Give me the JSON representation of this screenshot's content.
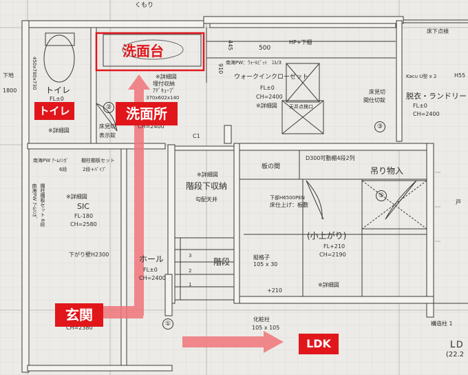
{
  "callouts": {
    "toilet": "トイレ",
    "washroom": "洗面所",
    "sink": "洗面台",
    "entrance": "玄関",
    "ldk": "LDK"
  },
  "plan": {
    "top_label": "くもり",
    "toilet": {
      "name": "トイレ",
      "fl": "FL±0",
      "detail": "※詳細図",
      "dim": "450x780x730"
    },
    "toilet_left": {
      "ge": "下地",
      "dim": "1800"
    },
    "washroom_notes": {
      "detail": "※詳細図",
      "storage": "埋付収納",
      "cube": "ｱﾃﾞｷｭｰﾌﾞ",
      "size": "370x602x140",
      "ch": "CH=2400",
      "circle": "②"
    },
    "floor_cut_left": {
      "line1": "床見切",
      "line2": "表示錠"
    },
    "sic_shelf": {
      "left": "南海PW ｱｰﾑﾊﾝｶﾞ",
      "mid": "棚柱棚板セット",
      "row2_left": "6段",
      "row2_right": "2段+ﾊﾟｲﾌﾟ"
    },
    "sic_side": {
      "a": "南海PW ｱｰﾑﾊﾝｶﾞ",
      "b": "棚柱棚板セット 6段"
    },
    "sic": {
      "detail": "※詳細図",
      "name": "SIC",
      "fl": "FL-180",
      "ch": "CH=2580",
      "wall": "下がり壁H2300"
    },
    "walkin": {
      "dim_910": "910",
      "dim_445": "445",
      "dim_500": "500",
      "hp": "HP+下棚",
      "maker": "南海PW：ｳｫｰﾙﾋﾟｯﾄ　ｴﾙ/3",
      "name": "ウォークインクローゼット",
      "fl": "FL±0",
      "ch": "CH=2400",
      "detail": "※詳細図",
      "ceiling": "天井点検口"
    },
    "right_area": {
      "underfloor": "床下点検",
      "kacu": "Kacu U型 x 2",
      "h55": "H55",
      "cut1": "床見切",
      "cut2": "間仕切錠",
      "circle": "③",
      "name": "脱衣・ランドリー",
      "fl": "FL±0",
      "ch": "CH=2400"
    },
    "c1": "C1",
    "stair_storage": {
      "detail": "※詳細図",
      "name": "階段下収納",
      "slope": "勾配天井"
    },
    "board": "板の間",
    "shelf": "D300可動棚4段2列",
    "hanging": "吊り物入",
    "circle5": "⑤",
    "kojo": {
      "spec1": "下部H6500PEN",
      "spec2": "床仕上げ：板敷",
      "name": "(小上がり)",
      "fl": "FL+210",
      "ch": "CH=2190",
      "detail": "※詳細図",
      "plus": "+210"
    },
    "lattice": {
      "name": "縦格子",
      "size": "105 x 30"
    },
    "stairs": {
      "name": "階段",
      "steps": [
        "1",
        "2",
        "3"
      ]
    },
    "hall": {
      "name": "ホール",
      "fl": "FL±0",
      "ch": "CH=2400"
    },
    "genkan": {
      "ch": "CH=2380"
    },
    "column": {
      "name": "化粧柱",
      "size": "105 x 105"
    },
    "circle1": "①",
    "struct": "構造柱 1",
    "ldk_label": "LＤ",
    "ldk_size": "(22.2",
    "door_label": "戸"
  }
}
